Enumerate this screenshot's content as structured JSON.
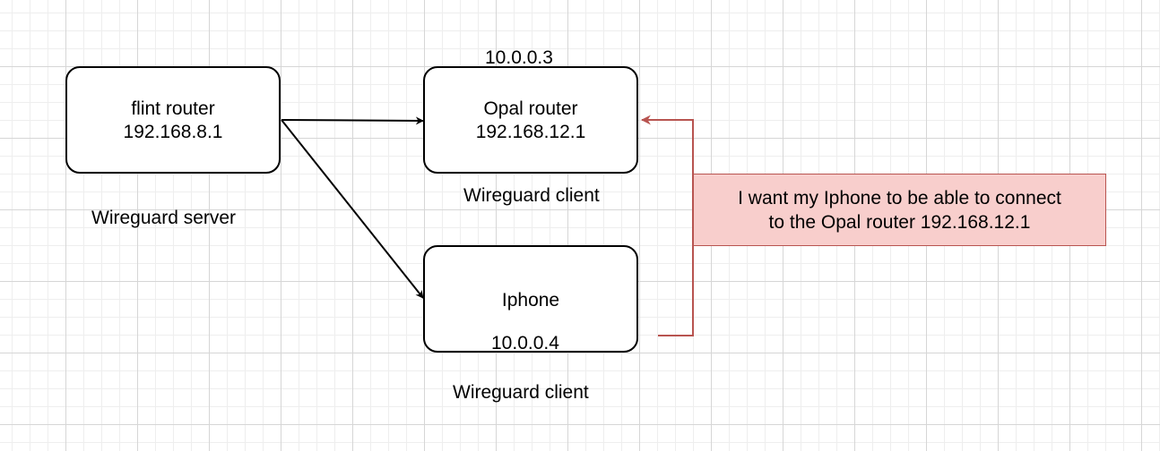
{
  "diagram": {
    "nodes": {
      "flint": {
        "name": "flint router",
        "ip": "192.168.8.1",
        "role": "Wireguard server"
      },
      "opal": {
        "name": "Opal router",
        "ip": "192.168.12.1",
        "tunnel_ip": "10.0.0.3",
        "role": "Wireguard client"
      },
      "iphone": {
        "name": "Iphone",
        "tunnel_ip": "10.0.0.4",
        "role": "Wireguard client"
      }
    },
    "note": {
      "line1": "I want my Iphone to be able to connect",
      "line2": "to the Opal router 192.168.12.1"
    },
    "edges": [
      {
        "from": "flint",
        "to": "opal",
        "color": "#000000"
      },
      {
        "from": "flint",
        "to": "iphone",
        "color": "#000000"
      },
      {
        "from": "iphone",
        "to": "opal",
        "color": "#b85450"
      }
    ],
    "colors": {
      "note_fill": "#f8cecc",
      "note_border": "#b85450",
      "node_border": "#000000"
    }
  }
}
